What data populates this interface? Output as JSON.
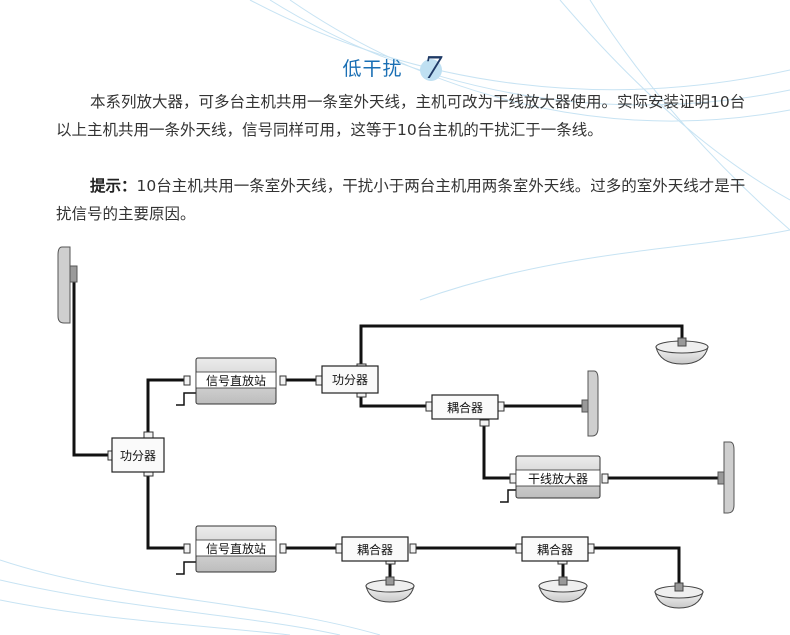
{
  "heading": {
    "title": "低干扰",
    "number": "7"
  },
  "paragraph_1": "本系列放大器，可多台主机共用一条室外天线，主机可改为干线放大器使用。实际安装证明10台以上主机共用一条外天线，信号同样可用，这等于10台主机的干扰汇于一条线。",
  "paragraph_2": {
    "tip_label": "提示：",
    "text": "10台主机共用一条室外天线，干扰小于两台主机用两条室外天线。过多的室外天线才是干扰信号的主要原因。"
  },
  "diagram": {
    "splitter_main": "功分器",
    "splitter_upper": "功分器",
    "repeater_upper": "信号直放站",
    "repeater_lower": "信号直放站",
    "coupler_upper": "耦合器",
    "coupler_lower_1": "耦合器",
    "coupler_lower_2": "耦合器",
    "trunk_amplifier": "干线放大器"
  },
  "colors": {
    "accent": "#1a6fb4",
    "line": "#111111",
    "device_fill": "#d9d9d9"
  }
}
